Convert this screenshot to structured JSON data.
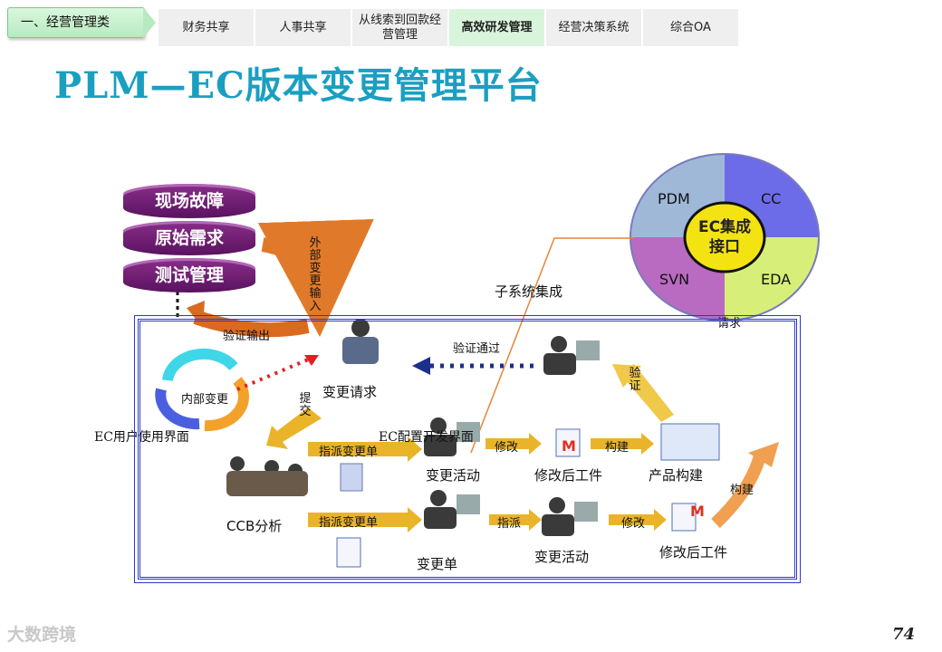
{
  "header": {
    "section_tag": "一、经营管理类",
    "tabs": [
      {
        "label": "财务共享",
        "active": false
      },
      {
        "label": "人事共享",
        "active": false
      },
      {
        "label": "从线索到回款经营管理",
        "active": false
      },
      {
        "label": "高效研发管理",
        "active": true
      },
      {
        "label": "经营决策系统",
        "active": false
      },
      {
        "label": "综合OA",
        "active": false
      }
    ]
  },
  "title": "PLM—EC版本变更管理平台",
  "diagram": {
    "sources": [
      "现场故障",
      "原始需求",
      "测试管理"
    ],
    "external_change_input": "外部变更输入",
    "verify_output": "验证输出",
    "subsystem_integration": "子系统集成",
    "integration_circle": {
      "center": "EC集成接口",
      "quadrants": [
        "PDM",
        "CC",
        "SVN",
        "EDA"
      ],
      "quadrant_colors": [
        "#9fb8d8",
        "#6c6ce8",
        "#b86bc0",
        "#d7ef78"
      ]
    },
    "partial_text": "请求",
    "internal_change": "内部变更",
    "change_request": "变更请求",
    "verify_pass": "验证通过",
    "submit": "提交",
    "verify": "验证",
    "assign_change_order_1": "指派变更单",
    "assign_change_order_2": "指派变更单",
    "change_activity_1": "变更活动",
    "change_activity_2": "变更活动",
    "modify_1": "修改",
    "modify_2": "修改",
    "modified_artifact_1": "修改后工件",
    "modified_artifact_2": "修改后工件",
    "build_1": "构建",
    "build_2": "构建",
    "product_build": "产品构建",
    "ccb_analysis": "CCB分析",
    "assign": "指派",
    "change_order": "变更单",
    "ec_user_interface": "EC用户使用界面",
    "ec_config_dev_interface": "EC配置开发界面"
  },
  "watermark": "大数跨境",
  "page_number": "74"
}
